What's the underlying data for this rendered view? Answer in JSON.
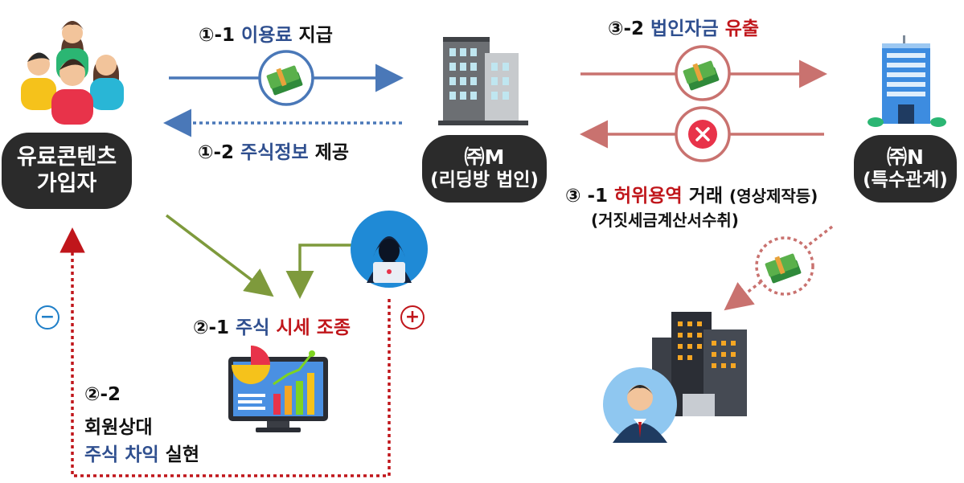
{
  "nodes": {
    "subscriber": {
      "line1": "유료콘텐츠",
      "line2": "가입자"
    },
    "company_m": {
      "line1": "㈜M",
      "line2": "(리딩방 법인)"
    },
    "company_n": {
      "line1": "㈜N",
      "line2": "(특수관계)"
    }
  },
  "flows": {
    "f1_1": {
      "num": "①-1",
      "text": "이용료",
      "text2": "지급"
    },
    "f1_2": {
      "num": "①-2",
      "text": "주식정보",
      "text2": "제공"
    },
    "f2_1": {
      "num": "②-1",
      "text": "주식",
      "text2": "시세 조종"
    },
    "f2_2": {
      "num": "②-2",
      "line2": "회원상대",
      "text": "주식 차익",
      "text2": "실현"
    },
    "f3_1": {
      "num": "③ -1",
      "text": "허위용역",
      "text2": "거래",
      "text3": "(영상제작등)",
      "line2": "(거짓세금계산서수취)"
    },
    "f3_2": {
      "num": "③-2",
      "text": "법인자금",
      "text2": "유출"
    }
  },
  "symbols": {
    "minus": "−",
    "plus": "+"
  },
  "colors": {
    "blue_arrow": "#4a78b8",
    "red_arrow": "#c9726f",
    "green_arrow": "#7e9a3c",
    "dotted_red": "#c0161b",
    "pill_bg": "#2b2b2b"
  }
}
